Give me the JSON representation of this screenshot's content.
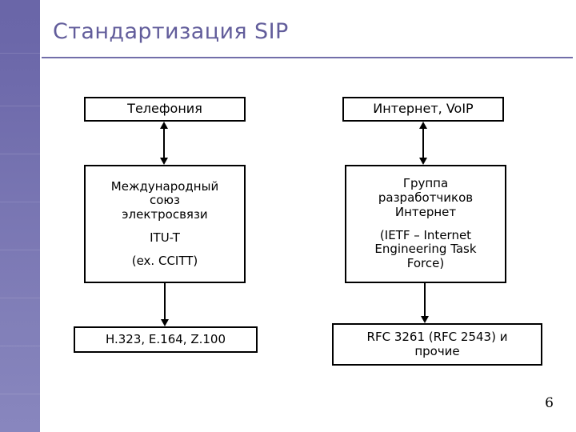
{
  "slide": {
    "title": "Стандартизация SIP",
    "page_number": "6",
    "accent_color": "#625d9b",
    "rule_color": "#726ea9",
    "rail_color_top": "#6a66a8",
    "rail_color_bottom": "#8886be"
  },
  "diagram": {
    "type": "flow",
    "columns": [
      {
        "name": "telephony",
        "nodes": {
          "domain": "Телефония",
          "organization": {
            "name_lines": [
              "Международный",
              "союз",
              "электросвязи"
            ],
            "acronym": "ITU-T",
            "former": "(ex. CCITT)"
          },
          "standards": "H.323, E.164, Z.100"
        }
      },
      {
        "name": "internet",
        "nodes": {
          "domain": "Интернет, VoIP",
          "organization": {
            "name_lines": [
              "Группа",
              "разработчиков",
              "Интернет"
            ],
            "expansion_lines": [
              "(IETF – Internet",
              "Engineering Task",
              "Force)"
            ]
          },
          "standards_lines": [
            "RFC 3261 (RFC 2543) и",
            "прочие"
          ]
        }
      }
    ],
    "connectors": [
      {
        "name": "telephony-to-itu",
        "from": "Телефония",
        "to": "ITU-T",
        "style": "double-headed-arrow"
      },
      {
        "name": "internet-to-ietf",
        "from": "Интернет, VoIP",
        "to": "IETF",
        "style": "double-headed-arrow"
      },
      {
        "name": "itu-to-standards",
        "from": "ITU-T",
        "to": "H.323, E.164, Z.100",
        "style": "arrow-down"
      },
      {
        "name": "ietf-to-standards",
        "from": "IETF",
        "to": "RFC 3261 (RFC 2543) и прочие",
        "style": "arrow-down"
      }
    ]
  }
}
